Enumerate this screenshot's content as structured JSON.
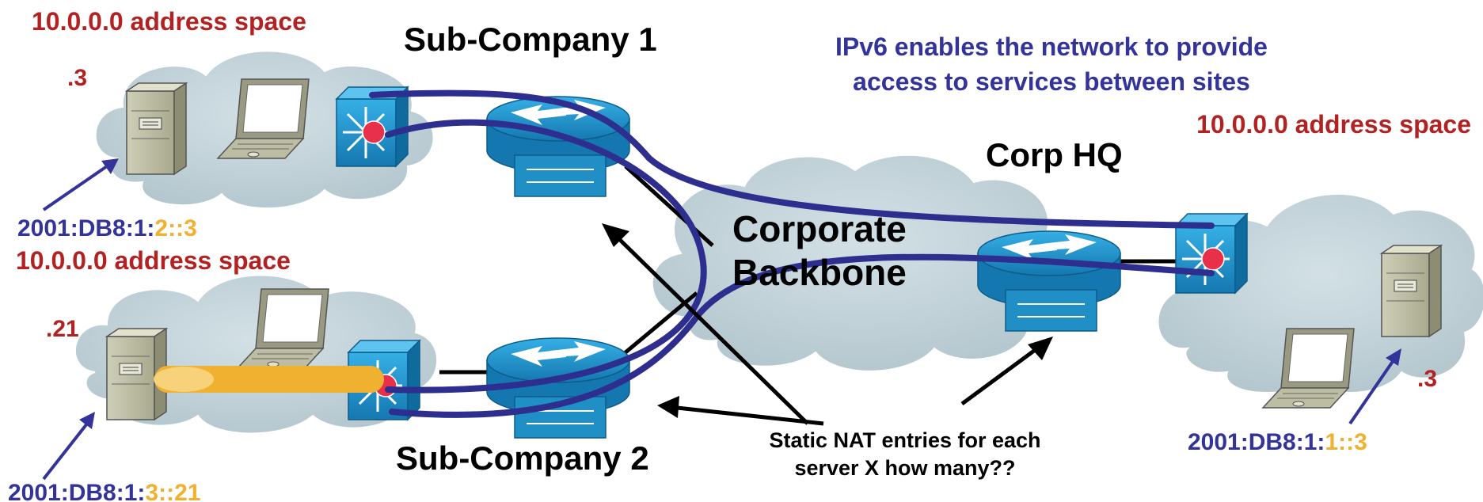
{
  "sites": {
    "sub1": {
      "title": "Sub-Company 1",
      "address_space": "10.0.0.0 address space",
      "host": ".3",
      "ipv6": {
        "prefix": "2001:DB8:1:",
        "subnet": "2",
        "suffix": "::3"
      }
    },
    "sub2": {
      "title": "Sub-Company 2",
      "address_space": "10.0.0.0 address space",
      "host": ".21",
      "ipv6": {
        "prefix": "2001:DB8:1:",
        "subnet": "3",
        "suffix": "::21"
      }
    },
    "hq": {
      "title": "Corp HQ",
      "address_space": "10.0.0.0 address space",
      "host": ".3",
      "ipv6": {
        "prefix": "2001:DB8:1:",
        "subnet": "1",
        "suffix": "::3"
      }
    }
  },
  "backbone": {
    "line1": "Corporate",
    "line2": "Backbone"
  },
  "ipv6_note": {
    "line1": "IPv6 enables the network to provide",
    "line2": "access to services between sites"
  },
  "nat_note": {
    "line1": "Static NAT entries for each",
    "line2": "server X how many??"
  },
  "colors": {
    "address_red": "#b22222",
    "ipv6_blue": "#333399",
    "subnet_orange": "#f0b030",
    "cloud": "#c3d3d9",
    "device": "#1f8fc6",
    "tunnel": "#2e2e8e",
    "nat_link": "#f0b030"
  },
  "icons": [
    "cloud-icon",
    "server-icon",
    "laptop-icon",
    "router-icon",
    "multilayer-switch-icon"
  ]
}
